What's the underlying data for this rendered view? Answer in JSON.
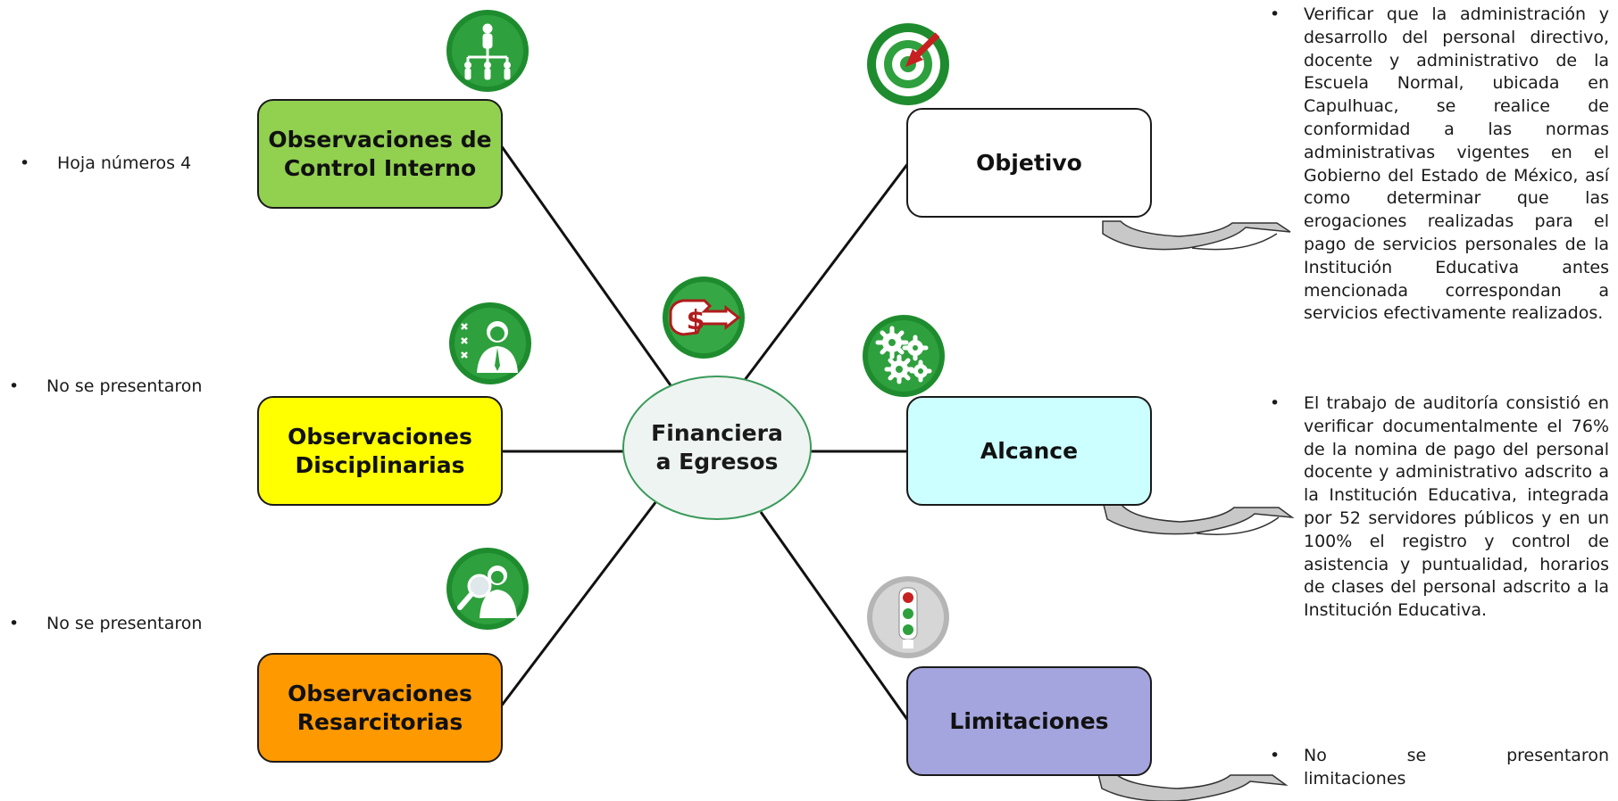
{
  "center": {
    "label": "Financiera a Egresos"
  },
  "left_boxes": [
    {
      "label": "Observaciones de Control Interno",
      "color": "#92d050",
      "note": "Hoja números 4",
      "icon": "org-chart-icon"
    },
    {
      "label": "Observaciones Disciplinarias",
      "color": "#ffff00",
      "note": "No se presentaron",
      "icon": "employee-checklist-icon"
    },
    {
      "label": "Observaciones Resarcitorias",
      "color": "#ff9900",
      "note": "No se presentaron",
      "icon": "magnifier-person-icon"
    }
  ],
  "right_boxes": [
    {
      "label": "Objetivo",
      "color": "#ffffff",
      "icon": "target-icon",
      "text": "Verificar que la administración y desarrollo del personal directivo, docente y administrativo de la Escuela Normal, ubicada en Capulhuac, se realice de conformidad a las normas administrativas vigentes en el Gobierno del Estado de México, así como determinar que las erogaciones realizadas para el pago de servicios personales de la Institución Educativa antes mencionada correspondan a servicios efectivamente realizados."
    },
    {
      "label": "Alcance",
      "color": "#ccffff",
      "icon": "gears-icon",
      "text": "El trabajo de auditoría consistió en verificar documentalmente el 76% de la nomina de pago del personal docente y administrativo adscrito a la Institución Educativa, integrada por 52 servidores públicos y en un 100% el registro y control de asistencia y puntualidad, horarios de clases del personal adscrito a la Institución Educativa."
    },
    {
      "label": "Limitaciones",
      "color": "#a4a4de",
      "icon": "traffic-light-icon",
      "text": "No se presentaron limitaciones"
    }
  ],
  "center_icon": "hand-money-icon",
  "bullet_char": "•",
  "colors": {
    "icon_green": "#1e8c2e",
    "center_border": "#3a9a5a",
    "arrow_fill": "#c8c8c8"
  }
}
